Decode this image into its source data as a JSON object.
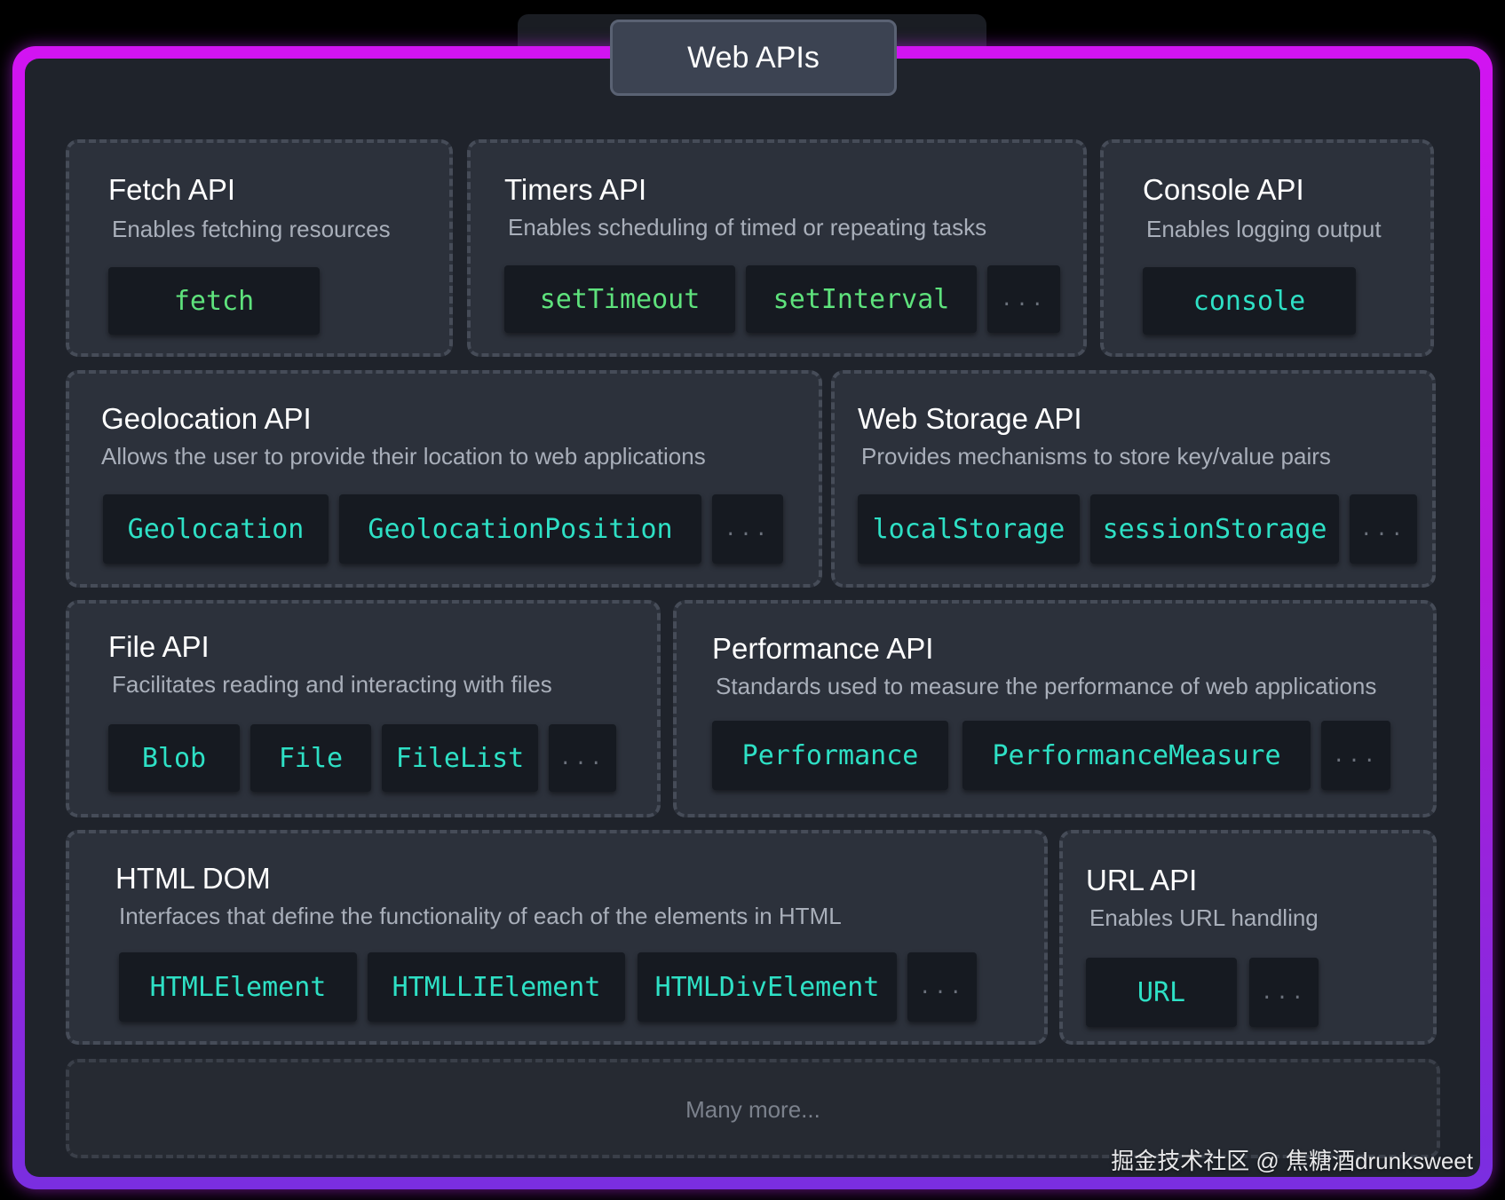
{
  "title": "Web APIs",
  "apis": [
    {
      "id": "fetch",
      "title": "Fetch API",
      "desc": "Enables fetching resources",
      "chips": [
        "fetch"
      ]
    },
    {
      "id": "timers",
      "title": "Timers API",
      "desc": "Enables scheduling of timed or repeating tasks",
      "chips": [
        "setTimeout",
        "setInterval",
        "..."
      ]
    },
    {
      "id": "console",
      "title": "Console API",
      "desc": "Enables logging output",
      "chips": [
        "console"
      ]
    },
    {
      "id": "geolocation",
      "title": "Geolocation API",
      "desc": "Allows the user to provide their location to web applications",
      "chips": [
        "Geolocation",
        "GeolocationPosition",
        "..."
      ]
    },
    {
      "id": "webstorage",
      "title": "Web Storage API",
      "desc": "Provides mechanisms to store key/value pairs",
      "chips": [
        "localStorage",
        "sessionStorage",
        "..."
      ]
    },
    {
      "id": "file",
      "title": "File API",
      "desc": "Facilitates reading and interacting with files",
      "chips": [
        "Blob",
        "File",
        "FileList",
        "..."
      ]
    },
    {
      "id": "performance",
      "title": "Performance API",
      "desc": "Standards used to measure the performance of web applications",
      "chips": [
        "Performance",
        "PerformanceMeasure",
        "..."
      ]
    },
    {
      "id": "htmldom",
      "title": "HTML DOM",
      "desc": "Interfaces that define the functionality of each of the elements in HTML",
      "chips": [
        "HTMLElement",
        "HTMLLIElement",
        "HTMLDivElement",
        "..."
      ]
    },
    {
      "id": "url",
      "title": "URL API",
      "desc": "Enables URL handling",
      "chips": [
        "URL",
        "..."
      ]
    }
  ],
  "more": "Many more...",
  "watermark": "掘金技术社区 @ 焦糖酒drunksweet",
  "colors": {
    "frame_top": "#d214f2",
    "frame_bottom": "#7a2ee0",
    "panel": "#2c313b",
    "chip_green": "#5ee27c",
    "chip_teal": "#2ee0c5"
  }
}
